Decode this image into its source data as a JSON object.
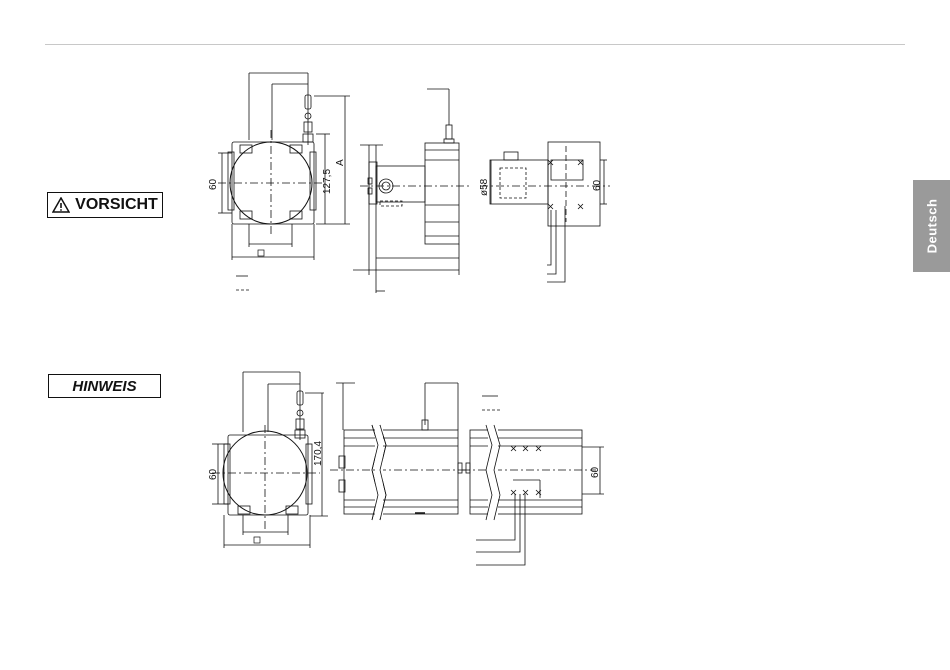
{
  "side_tab": {
    "label": "Deutsch"
  },
  "badges": {
    "caution": "VORSICHT",
    "notice": "HINWEIS"
  },
  "drawing_top": {
    "dim_left": "60",
    "dim_height_1": "127,5",
    "dim_height_2": "A",
    "dim_diameter": "ø58",
    "dim_right": "60",
    "square_symbol": "□"
  },
  "drawing_bottom": {
    "dim_left": "60",
    "dim_height": "170,4",
    "dim_right": "60",
    "square_symbol": "□"
  },
  "icons": {
    "warning": "warning-triangle-icon"
  }
}
